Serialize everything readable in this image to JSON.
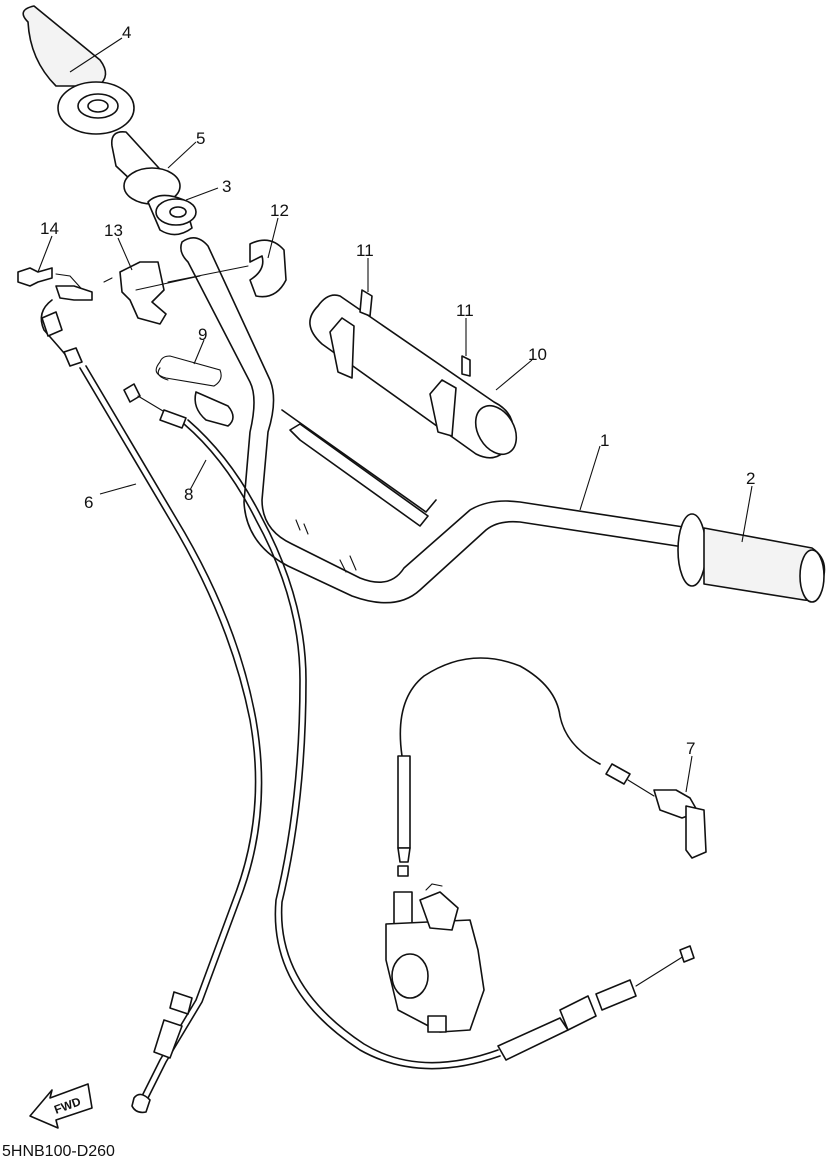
{
  "diagram": {
    "reference_code": "5HNB100-D260",
    "direction_label": "FWD",
    "callouts": [
      {
        "id": "1",
        "label": "1"
      },
      {
        "id": "2",
        "label": "2"
      },
      {
        "id": "3",
        "label": "3"
      },
      {
        "id": "4",
        "label": "4"
      },
      {
        "id": "5",
        "label": "5"
      },
      {
        "id": "6",
        "label": "6"
      },
      {
        "id": "7",
        "label": "7"
      },
      {
        "id": "8",
        "label": "8"
      },
      {
        "id": "9",
        "label": "9"
      },
      {
        "id": "10",
        "label": "10"
      },
      {
        "id": "11a",
        "label": "11"
      },
      {
        "id": "11b",
        "label": "11"
      },
      {
        "id": "12",
        "label": "12"
      },
      {
        "id": "13",
        "label": "13"
      },
      {
        "id": "14",
        "label": "14"
      }
    ]
  }
}
